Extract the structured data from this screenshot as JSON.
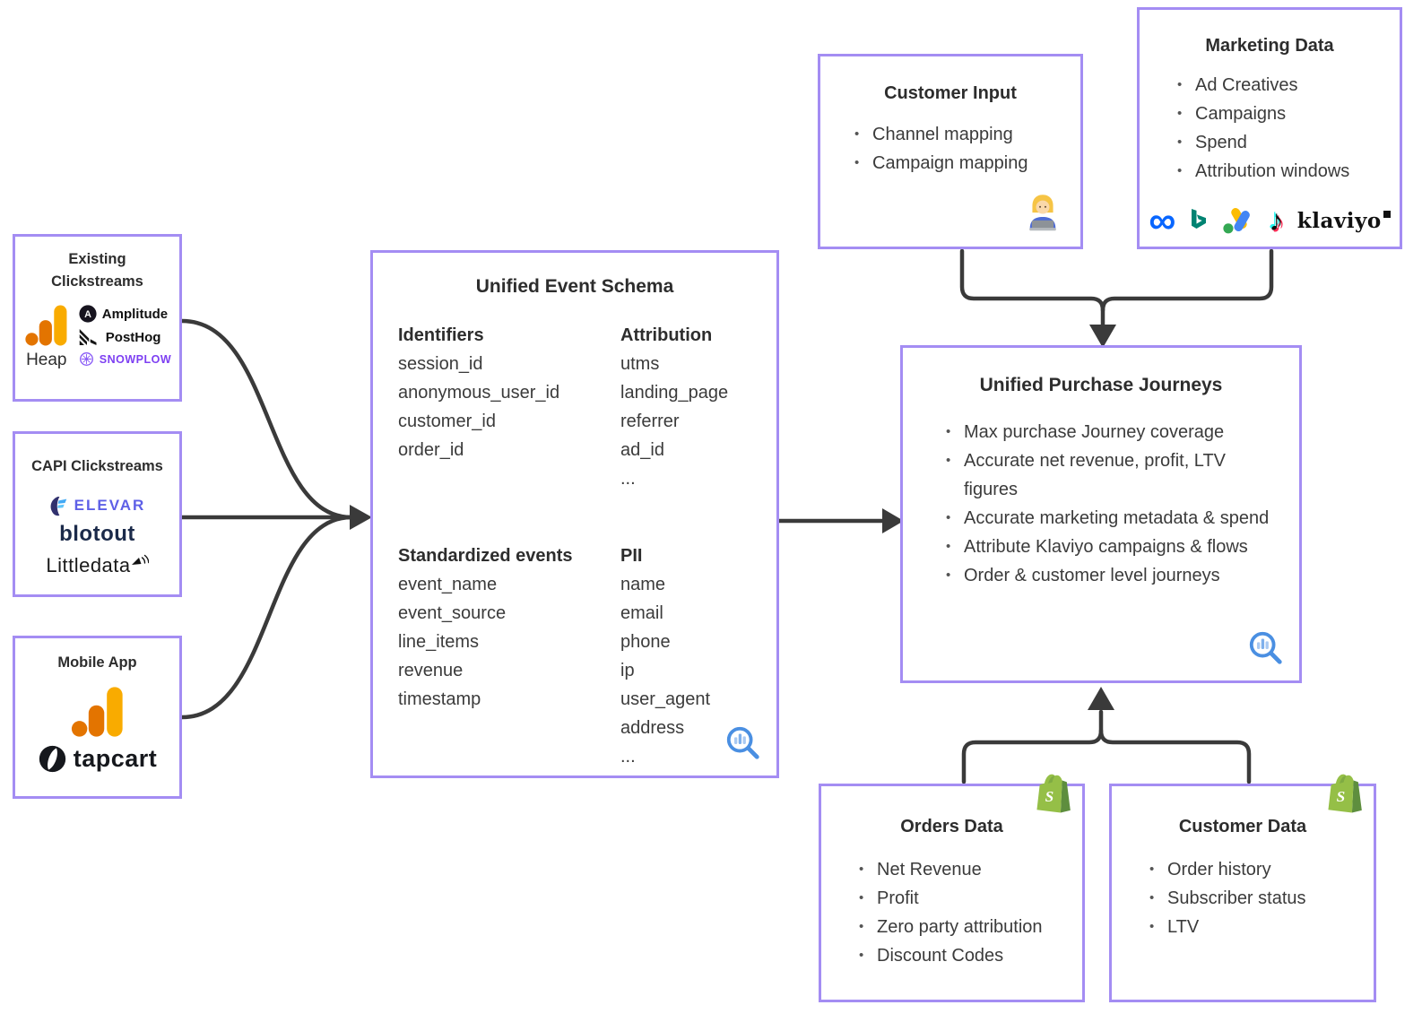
{
  "colors": {
    "box_border": "#a48df3",
    "connector": "#3a3a3a",
    "magnifier_blue": "#4a8fe2",
    "snowplow_purple": "#7d3ff2",
    "elevar_purple": "#5e60e7",
    "blotout_navy": "#1b2a4a",
    "meta_blue": "#0866ff",
    "bing_teal": "#008372",
    "shopify_green": "#95bf47",
    "analytics_orange": "#f9ab00",
    "analytics_dark_orange": "#e37400"
  },
  "existing_clickstreams": {
    "title": "Existing Clickstreams",
    "heap": "Heap",
    "amplitude": "Amplitude",
    "posthog": "PostHog",
    "snowplow": "SNOWPLOW"
  },
  "capi_clickstreams": {
    "title": "CAPI Clickstreams",
    "elevar": "ELEVAR",
    "blotout": "blotout",
    "littledata": "Littledata"
  },
  "mobile_app": {
    "title": "Mobile App",
    "tapcart": "tapcart"
  },
  "event_schema": {
    "title": "Unified Event Schema",
    "identifiers_heading": "Identifiers",
    "identifiers": [
      "session_id",
      "anonymous_user_id",
      "customer_id",
      "order_id"
    ],
    "attribution_heading": "Attribution",
    "attribution": [
      "utms",
      "landing_page",
      "referrer",
      "ad_id",
      "..."
    ],
    "events_heading": "Standardized events",
    "events": [
      "event_name",
      "event_source",
      "line_items",
      "revenue",
      "timestamp"
    ],
    "pii_heading": "PII",
    "pii": [
      "name",
      "email",
      "phone",
      "ip",
      "user_agent",
      "address",
      "..."
    ]
  },
  "customer_input": {
    "title": "Customer Input",
    "items": [
      "Channel mapping",
      "Campaign mapping"
    ]
  },
  "marketing_data": {
    "title": "Marketing Data",
    "items": [
      "Ad Creatives",
      "Campaigns",
      "Spend",
      "Attribution windows"
    ],
    "klaviyo": "klaviyo"
  },
  "purchase_journeys": {
    "title": "Unified Purchase Journeys",
    "items": [
      "Max purchase Journey coverage",
      "Accurate net revenue, profit, LTV figures",
      "Accurate marketing metadata & spend",
      "Attribute Klaviyo campaigns & flows",
      "Order & customer level journeys"
    ]
  },
  "orders_data": {
    "title": "Orders Data",
    "items": [
      "Net Revenue",
      "Profit",
      "Zero party attribution",
      "Discount Codes"
    ]
  },
  "customer_data": {
    "title": "Customer Data",
    "items": [
      "Order history",
      "Subscriber status",
      "LTV"
    ]
  }
}
